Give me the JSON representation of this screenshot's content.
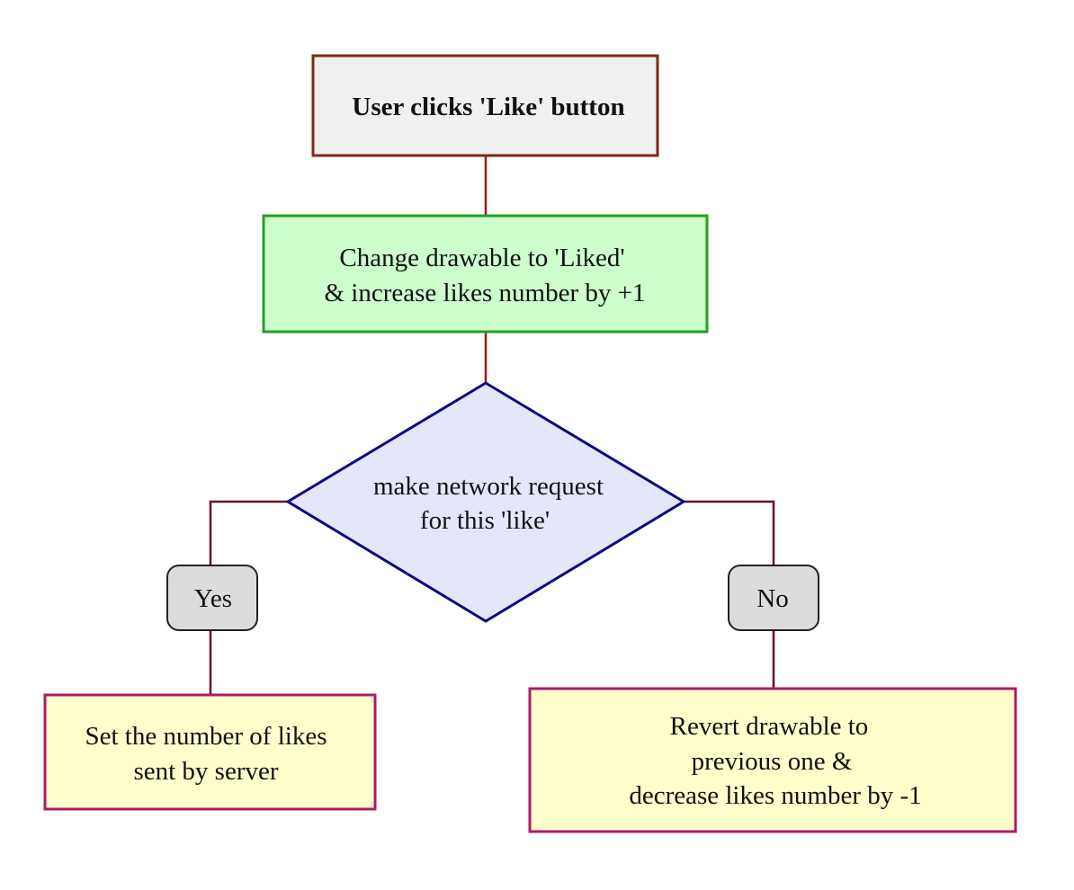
{
  "diagram": {
    "start": {
      "label": "User clicks 'Like' button"
    },
    "optimistic_update": {
      "lines": [
        "Change drawable to 'Liked'",
        "& increase likes number by +1"
      ]
    },
    "decision": {
      "lines": [
        "make network request",
        "for this 'like'"
      ]
    },
    "yes_branch": {
      "label": "Yes"
    },
    "no_branch": {
      "label": "No"
    },
    "success_action": {
      "lines": [
        "Set the number of likes",
        "sent by server"
      ]
    },
    "failure_action": {
      "lines": [
        "Revert drawable to",
        "previous one &",
        "decrease likes number by -1"
      ]
    }
  },
  "colors": {
    "start_fill": "#f0f0f0",
    "start_stroke": "#7a2a1a",
    "update_fill": "#ccffcc",
    "update_stroke": "#22a022",
    "decision_fill": "#e4e6fa",
    "decision_stroke": "#0a0a80",
    "branch_fill": "#dcdcdc",
    "branch_stroke": "#222222",
    "action_fill": "#ffffcc",
    "action_stroke": "#b0186a",
    "connector_top": "#a01818",
    "connector_branch": "#6a0a2a"
  }
}
